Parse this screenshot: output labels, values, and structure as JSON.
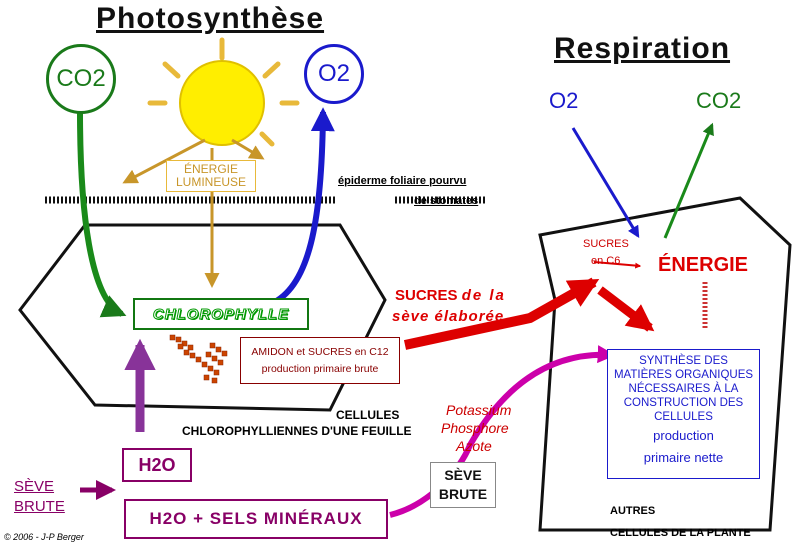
{
  "titles": {
    "photosynthesis": "Photosynthèse",
    "respiration": "Respiration"
  },
  "photosynthesis": {
    "co2": "CO2",
    "o2": "O2",
    "light_energy_line1": "ÉNERGIE",
    "light_energy_line2": "LUMINEUSE",
    "epidermis_line1": "épiderme foliaire pourvu",
    "epidermis_line2": "de stomates",
    "chlorophyll": "CHLOROPHYLLE",
    "starch_line1": "AMIDON et SUCRES en C12",
    "starch_line2": "production primaire brute",
    "cells_line1": "CELLULES",
    "cells_line2": "CHLOROPHYLLIENNES D'UNE FEUILLE",
    "h2o": "H2O",
    "sap_line1": "SÈVE",
    "sap_line2": "BRUTE",
    "water_minerals": "H2O + SELS MINÉRAUX"
  },
  "transport": {
    "sugars_label": "SUCRES",
    "sugars_italic": "de la",
    "elaborated_sap": "sève élaborée",
    "potassium": "Potassium",
    "phosphore": "Phosphore",
    "azote": "Azote",
    "raw_sap_line1": "SÈVE",
    "raw_sap_line2": "BRUTE"
  },
  "respiration": {
    "o2": "O2",
    "co2": "CO2",
    "sugars_c6_line1": "SUCRES",
    "sugars_c6_line2": "en C6",
    "energy": "ÉNERGIE",
    "synthesis_line1": "SYNTHÈSE DES",
    "synthesis_line2": "MATIÈRES ORGANIQUES",
    "synthesis_line3": "NÉCESSAIRES À LA",
    "synthesis_line4": "CONSTRUCTION DES",
    "synthesis_line5": "CELLULES",
    "net_production_line1": "production",
    "net_production_line2": "primaire nette",
    "other_cells_line1": "AUTRES",
    "other_cells_line2": "CELLULES DE LA PLANTE"
  },
  "credit": "© 2006 - J-P Berger",
  "colors": {
    "co2_green": "#1a7a1a",
    "o2_blue": "#1a1acc",
    "sun_yellow": "#ffee00",
    "ray_brown": "#c8962a",
    "red": "#dd0000",
    "purple": "#880066",
    "magenta": "#cc00aa",
    "chloro_green": "#00aa00"
  }
}
